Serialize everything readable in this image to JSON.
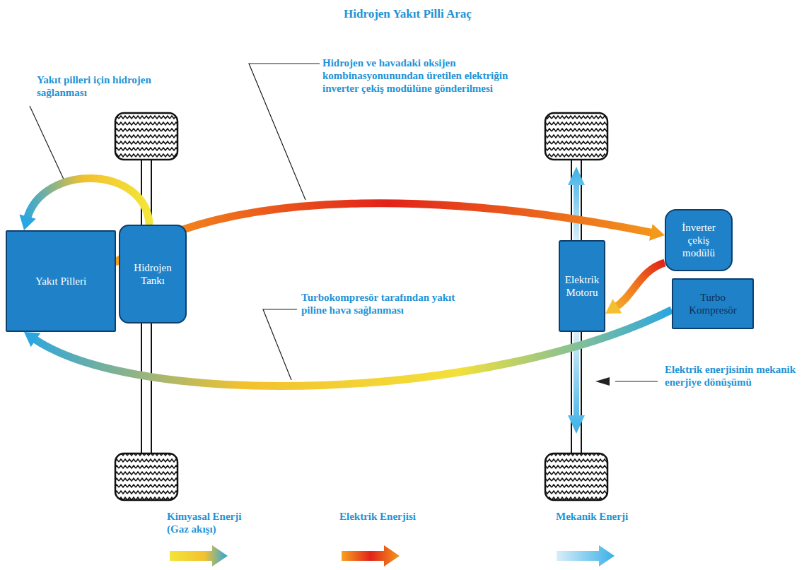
{
  "diagram": {
    "title": "Hidrojen Yakıt Pilli Araç",
    "nodes": [
      {
        "text": [
          "Yakıt Pilleri"
        ]
      },
      {
        "text": [
          "Hidrojen Tankı"
        ]
      },
      {
        "text": [
          "Elektrik Motoru"
        ]
      },
      {
        "text": [
          "İnverter çekiş modülü"
        ]
      },
      {
        "text": [
          "Turbo Kompresör"
        ]
      }
    ],
    "edges": [
      {
        "from": 1,
        "to": 0,
        "arrow": "to"
      },
      {
        "from": 0,
        "to": 3,
        "arrow": "to"
      },
      {
        "from": 3,
        "to": 2,
        "arrow": "to"
      },
      {
        "from": 4,
        "to": 0,
        "arrow": "to"
      }
    ],
    "labels": [
      "Yakıt pilleri için hidrojen sağlanması",
      "Hidrojen ve havadaki oksijen kombinasyonunundan üretilen elektriğin inverter çekiş modülüne gönderilmesi",
      "Turbokompresör tarafından yakıt piline hava sağlanması",
      "Elektrik enerjisinin mekanik enerjiye dönüşümü"
    ],
    "legend": [
      {
        "text": "Kimyasal Enerji (Gaz akışı)"
      },
      {
        "text": "Elektrik Enerjisi"
      },
      {
        "text": "Mekanik Enerji"
      }
    ]
  }
}
